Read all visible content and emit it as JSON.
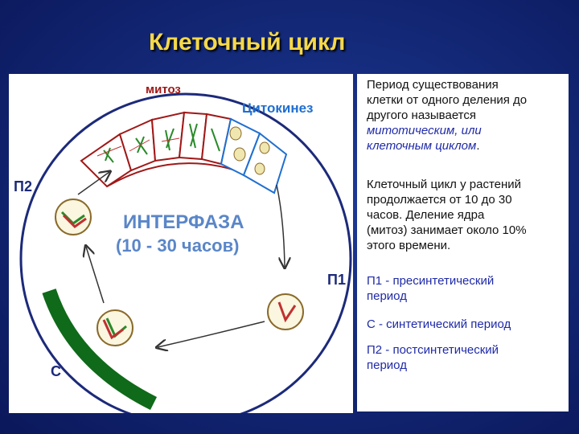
{
  "title": "Клеточный цикл",
  "diagram": {
    "mitosis_label": "митоз",
    "cytokinesis_label": "Цитокинез",
    "interphase_label": "ИНТЕРФАЗА",
    "interphase_duration": "(10 - 30 часов)",
    "p1_label": "П1",
    "p2_label": "П2",
    "s_label": "С",
    "colors": {
      "mitosis_border": "#a01818",
      "cytokinesis_border": "#1f6fd0",
      "s_phase_arc": "#0f6a1a",
      "cycle_ring": "#1c2a7a",
      "interphase_text": "#5a86c8"
    }
  },
  "text": {
    "p1_line1": "Период существования",
    "p1_line2": "клетки от одного деления до",
    "p1_line3": "другого называется",
    "p1_line4": "митотическим, или",
    "p1_line5": "клеточным циклом",
    "p1_line5_end": ".",
    "p2_line1": "Клеточный цикл у растений",
    "p2_line2": "продолжается от 10 до 30",
    "p2_line3": "часов. Деление ядра",
    "p2_line4": "(митоз) занимает около 10%",
    "p2_line5": "этого времени.",
    "g1_line1": "П1 -  пресинтетический",
    "g1_line2": "период",
    "s_line": "С - синтетический период",
    "g2_line1": "П2 -  постсинтетический",
    "g2_line2": "период"
  }
}
